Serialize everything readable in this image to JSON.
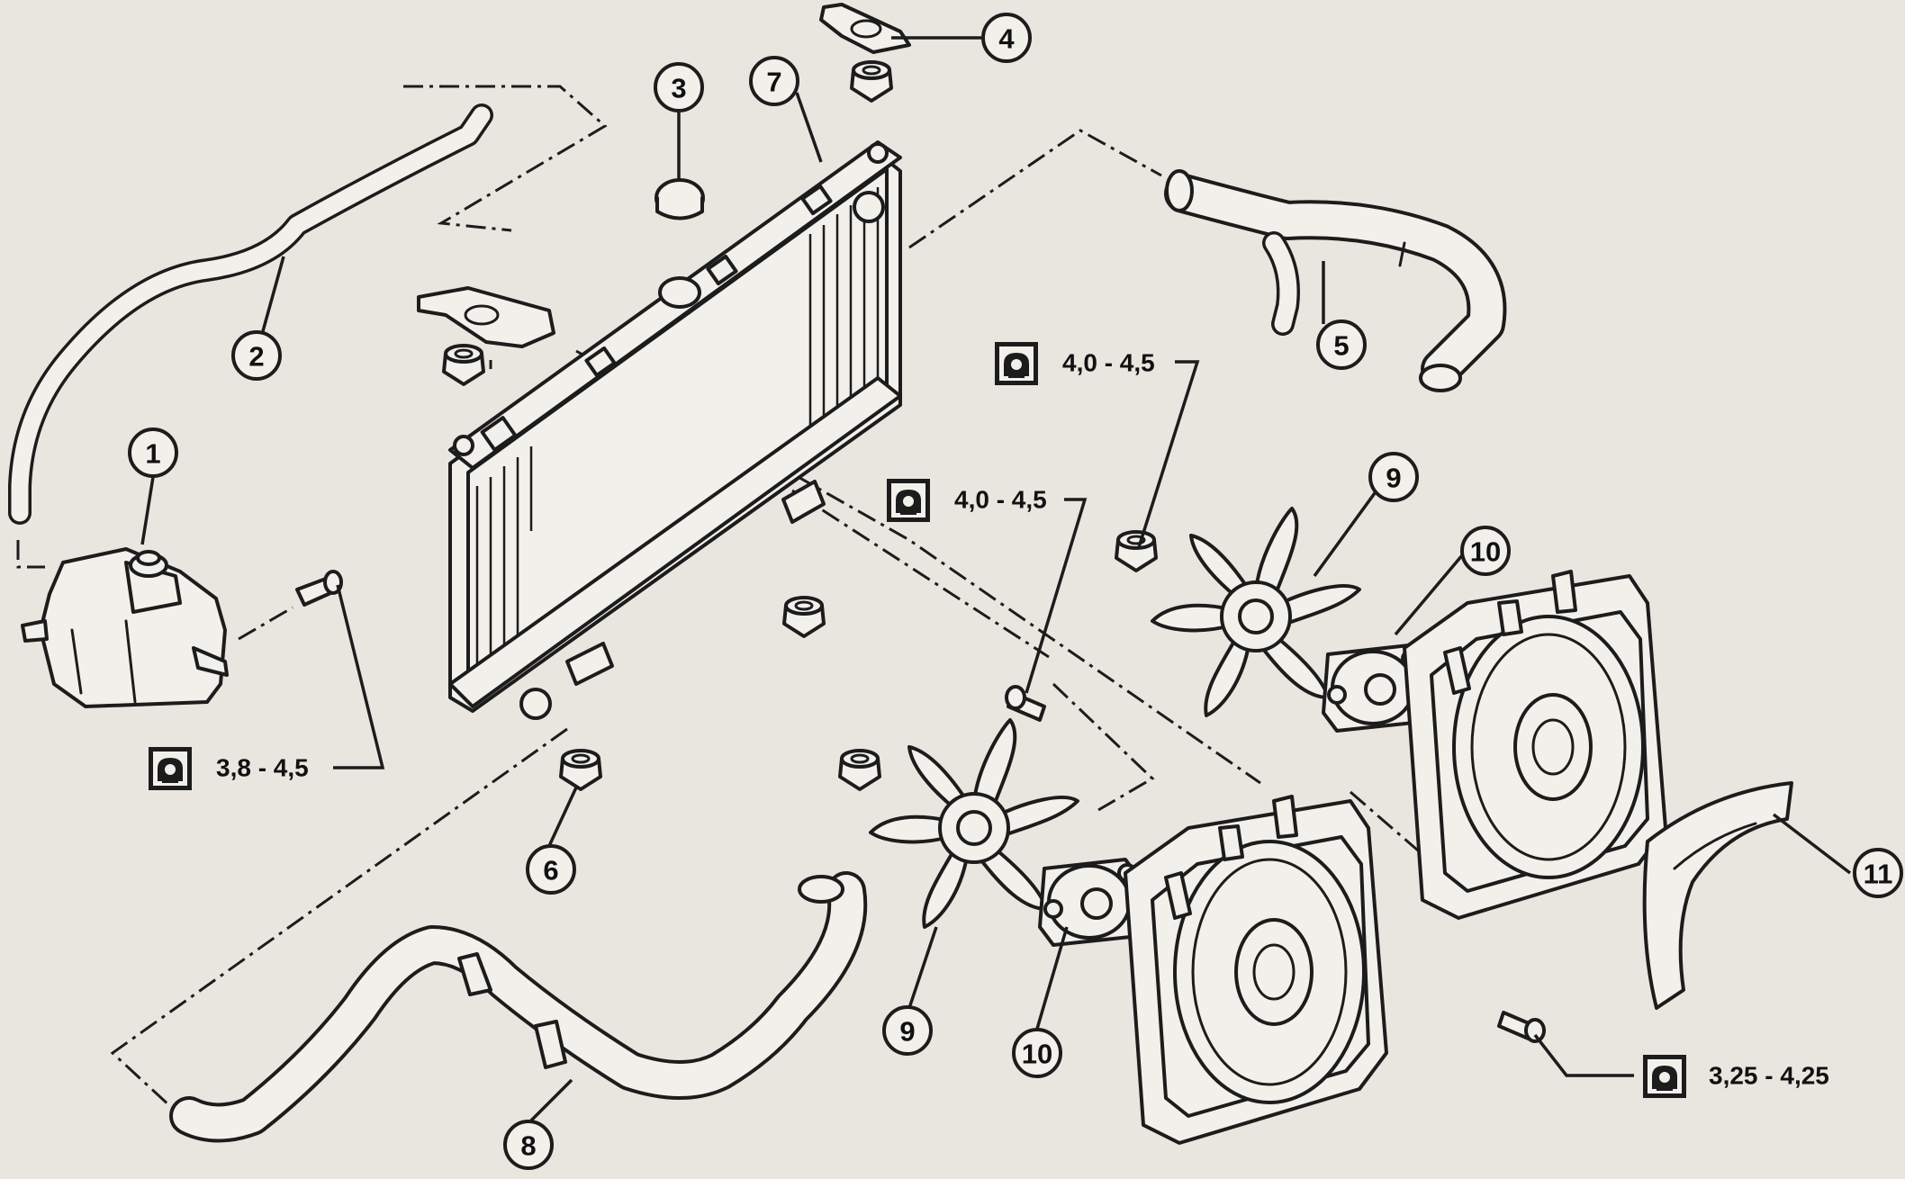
{
  "callouts": [
    {
      "label": "1"
    },
    {
      "label": "2"
    },
    {
      "label": "3"
    },
    {
      "label": "4"
    },
    {
      "label": "5"
    },
    {
      "label": "6"
    },
    {
      "label": "7"
    },
    {
      "label": "8"
    },
    {
      "label": "9"
    },
    {
      "label": "9"
    },
    {
      "label": "10"
    },
    {
      "label": "10"
    },
    {
      "label": "11"
    }
  ],
  "torque_specs": [
    {
      "value": "4,0 - 4,5",
      "icon": "torque-wrench-icon"
    },
    {
      "value": "4,0 - 4,5",
      "icon": "torque-wrench-icon"
    },
    {
      "value": "3,8 - 4,5",
      "icon": "torque-wrench-icon"
    },
    {
      "value": "3,25 - 4,25",
      "icon": "torque-wrench-icon"
    }
  ],
  "colors": {
    "ink": "#1c1c1c",
    "paper": "#e9e6e0",
    "part_fill": "#f2f0eb"
  }
}
